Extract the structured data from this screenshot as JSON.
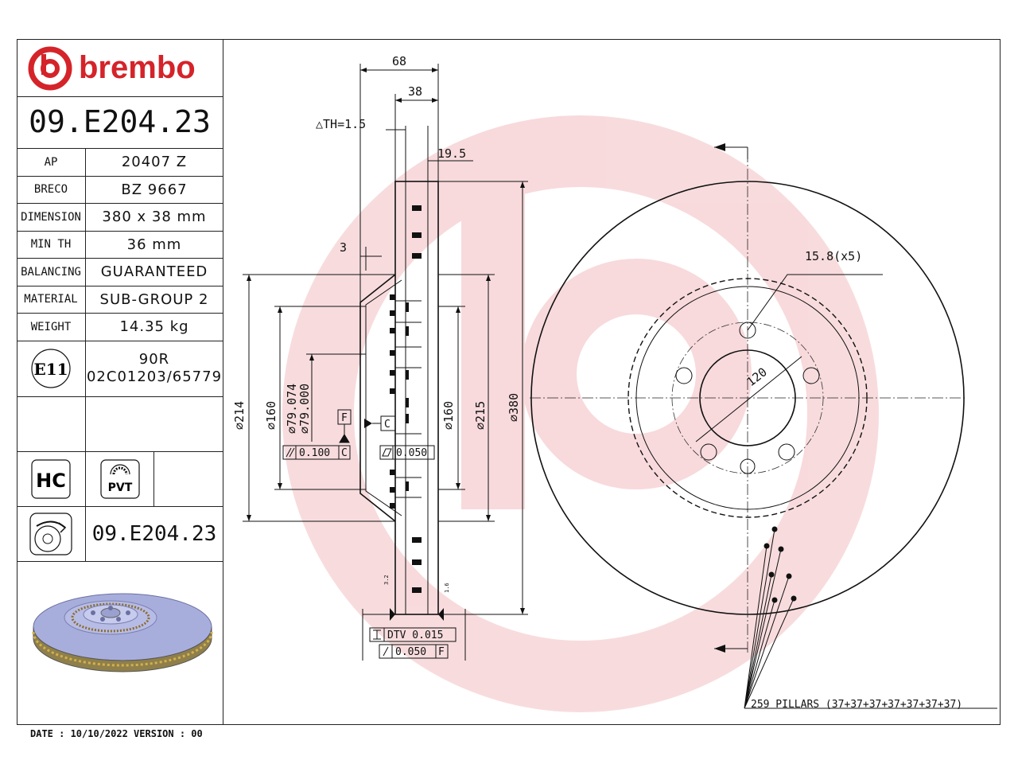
{
  "brand": {
    "name": "brembo",
    "color": "#d5232a"
  },
  "part_number": "09.E204.23",
  "specs": [
    {
      "key": "AP",
      "value": "20407 Z"
    },
    {
      "key": "BRECO",
      "value": "BZ 9667"
    },
    {
      "key": "DIMENSION",
      "value": "380 x 38 mm"
    },
    {
      "key": "MIN TH",
      "value": "36 mm"
    },
    {
      "key": "BALANCING",
      "value": "GUARANTEED"
    },
    {
      "key": "MATERIAL",
      "value": "SUB-GROUP 2"
    },
    {
      "key": "WEIGHT",
      "value": "14.35 kg"
    }
  ],
  "homologation": {
    "mark": "E11",
    "line1": "90R",
    "line2": "02C01203/65779"
  },
  "badges": {
    "hc": "HC",
    "pvt": "PVT"
  },
  "bottom_part_number": "09.E204.23",
  "footer": "DATE : 10/10/2022 VERSION : 00",
  "drawing": {
    "overall_width": "68",
    "thickness": "38",
    "offset": "19.5",
    "th": "△TH=1.5",
    "hub": "3",
    "d214": "⌀214",
    "d160a": "⌀160",
    "d79074": "⌀79.074",
    "d79000": "⌀79.000",
    "d160b": "⌀160",
    "d215": "⌀215",
    "d380": "⌀380",
    "datum_f": "F",
    "datum_c": "C",
    "par": "0.100",
    "par_ref": "C",
    "flat": "0.050",
    "dtv": "DTV 0.015",
    "runout": "0.050",
    "runout_ref": "F",
    "holes": "15.8(x5)",
    "pcd": "120",
    "pillars": "259 PILLARS (37+37+37+37+37+37+37)",
    "mark_a": "3.2",
    "mark_b": "1.6"
  }
}
